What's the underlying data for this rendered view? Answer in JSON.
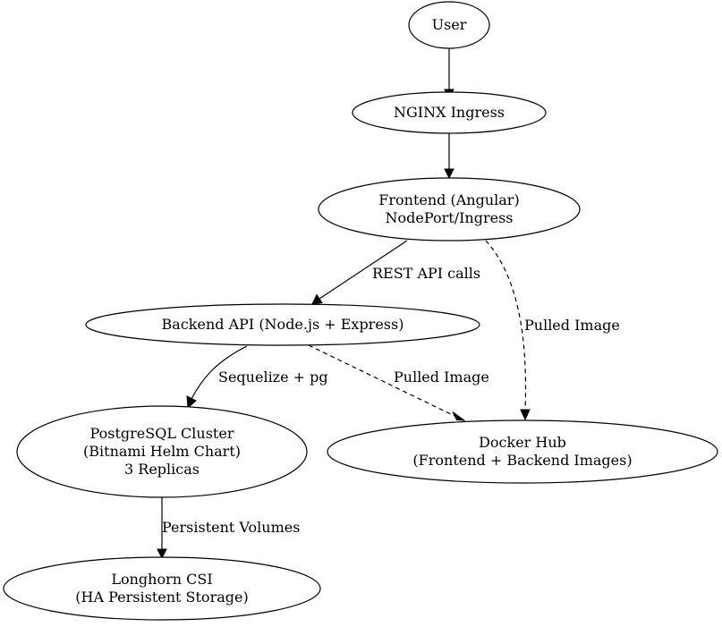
{
  "nodes": {
    "user": {
      "lines": [
        "User"
      ]
    },
    "nginx": {
      "lines": [
        "NGINX Ingress"
      ]
    },
    "frontend": {
      "lines": [
        "Frontend (Angular)",
        "NodePort/Ingress"
      ]
    },
    "backend": {
      "lines": [
        "Backend API (Node.js + Express)"
      ]
    },
    "postgres": {
      "lines": [
        "PostgreSQL Cluster",
        "(Bitnami Helm Chart)",
        "3 Replicas"
      ]
    },
    "dockerhub": {
      "lines": [
        "Docker Hub",
        "(Frontend + Backend Images)"
      ]
    },
    "longhorn": {
      "lines": [
        "Longhorn CSI",
        "(HA Persistent Storage)"
      ]
    }
  },
  "edges": {
    "user_to_nginx": {
      "label": ""
    },
    "nginx_to_frontend": {
      "label": ""
    },
    "frontend_to_backend": {
      "label": "REST API calls"
    },
    "frontend_to_dockerhub": {
      "label": "Pulled Image",
      "style": "dashed"
    },
    "backend_to_postgres": {
      "label": "Sequelize + pg"
    },
    "backend_to_dockerhub": {
      "label": "Pulled Image",
      "style": "dashed"
    },
    "postgres_to_longhorn": {
      "label": "Persistent Volumes"
    }
  }
}
